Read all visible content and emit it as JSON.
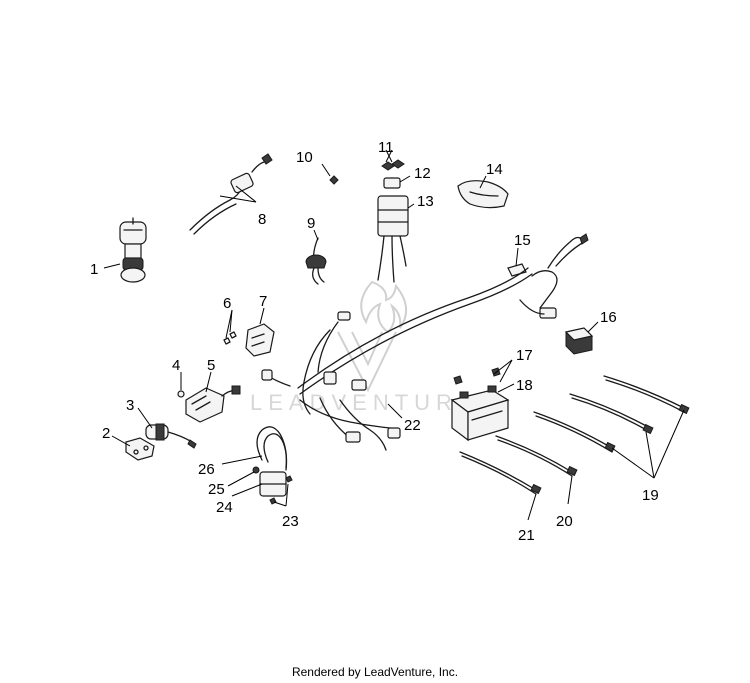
{
  "watermark": {
    "text": "LEADVENTURE"
  },
  "callouts": [
    "1",
    "2",
    "3",
    "4",
    "5",
    "6",
    "7",
    "8",
    "9",
    "10",
    "11",
    "12",
    "13",
    "14",
    "15",
    "16",
    "17",
    "18",
    "19",
    "20",
    "21",
    "22",
    "23",
    "24",
    "25",
    "26"
  ],
  "footer": {
    "text": "Rendered by LeadVenture, Inc."
  }
}
